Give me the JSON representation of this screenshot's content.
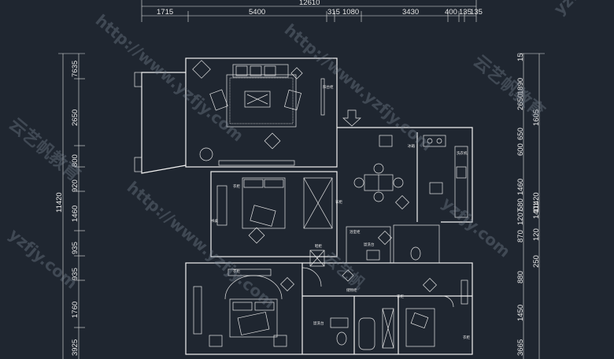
{
  "dimensions": {
    "top_total": "12610",
    "top": [
      "1715",
      "5400",
      "315",
      "1080",
      "3430",
      "400",
      "135",
      "135"
    ],
    "left_total": "11420",
    "left": [
      "7635",
      "2650",
      "800",
      "920",
      "1460",
      "935",
      "935",
      "1760",
      "3925"
    ],
    "right_total": "11420",
    "right": [
      "15",
      "1890",
      "1605",
      "600",
      "650",
      "1460",
      "2650",
      "1401",
      "1207",
      "580",
      "870",
      "120",
      "250",
      "880",
      "1450",
      "3665"
    ]
  },
  "room_labels": {
    "balcony_cabinet": "阳台柜",
    "wardrobe_a": "衣柜",
    "wardrobe_b": "衣柜",
    "wardrobe_c": "衣柜",
    "wardrobe_d": "衣柜",
    "wardrobe_e": "衣柜",
    "vanity_a": "盥洗台",
    "vanity_b": "盥洗台",
    "shoe_cabinet": "鞋柜",
    "storage": "储物柜",
    "desk": "书桌",
    "bath_cabinet": "浴室柜",
    "fridge": "冰箱",
    "washer": "洗衣机"
  },
  "watermarks": {
    "url": "http://www.yzfjy.com",
    "brand": "云艺帆教育",
    "short": "yzfjy.com",
    "tail": "云艺帆",
    "abbr": "yzfj"
  }
}
